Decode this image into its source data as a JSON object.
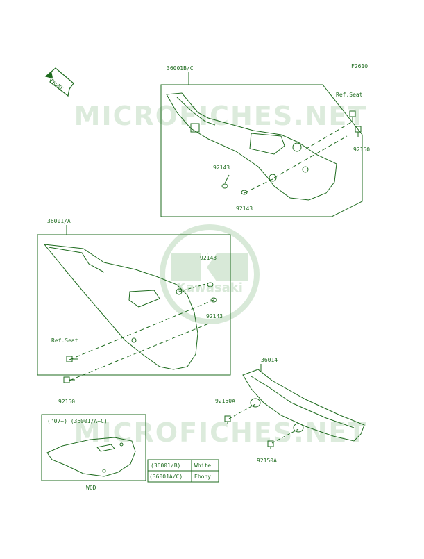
{
  "diagram": {
    "figure_code": "F2610",
    "front_label": "FRONT",
    "watermark_text_top": "MICROFICHES.NET",
    "watermark_text_bottom": "MICROFICHES.NET",
    "logo_text": "Kawasaki",
    "callouts": {
      "upper_cover": "36001B/C",
      "upper_ref_seat": "Ref.Seat",
      "upper_bolt": "92150",
      "upper_grommet_a": "92143",
      "upper_grommet_b": "92143",
      "lower_cover": "36001/A",
      "lower_grommet_a": "92143",
      "lower_grommet_b": "92143",
      "lower_ref_seat": "Ref.Seat",
      "lower_bolt": "92150",
      "chain_cover": "36014",
      "chain_bolt_a": "92150A",
      "chain_bolt_b": "92150A"
    },
    "variant_box": {
      "title": "('07~) (36001/A~C)",
      "footer": "WOD"
    },
    "color_table": [
      {
        "part": "(36001/B)",
        "color": "White"
      },
      {
        "part": "(36001A/C)",
        "color": "Ebony"
      }
    ]
  },
  "colors": {
    "line": "#1e6b1e",
    "watermark": "#cfe3cf"
  }
}
